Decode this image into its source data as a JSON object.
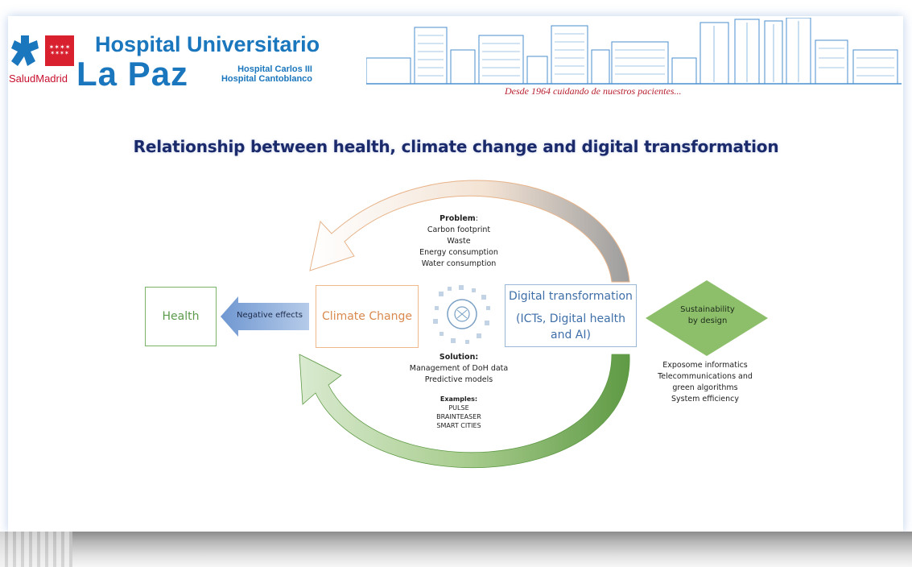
{
  "header": {
    "brand_small": "SaludMadrid",
    "brand_line1": "Hospital Universitario",
    "brand_line2": "La Paz",
    "brand_sub1": "Hospital Carlos III",
    "brand_sub2": "Hospital Cantoblanco",
    "tagline": "Desde 1964 cuidando de nuestros pacientes...",
    "flag_stars": "✶✶✶✶"
  },
  "title": "Relationship between health, climate change and digital transformation",
  "diagram": {
    "health": "Health",
    "negative_effects": "Negative effects",
    "climate_change": "Climate Change",
    "digital_line1": "Digital transformation",
    "digital_line2": "(ICTs, Digital health",
    "digital_line3": "and AI)",
    "sustainability_line1": "Sustainability",
    "sustainability_line2": "by design",
    "problem_heading": "Problem",
    "problem_colon": ":",
    "problem_items": [
      "Carbon footprint",
      "Waste",
      "Energy consumption",
      "Water consumption"
    ],
    "solution_heading": "Solution:",
    "solution_items": [
      "Management of DoH data",
      "Predictive models"
    ],
    "examples_heading": "Examples:",
    "examples_items": [
      "PULSE",
      "BRAINTEASER",
      "SMART CITIES"
    ],
    "exposome_items": [
      "Exposome informatics",
      "Telecommunications and",
      "green algorithms",
      "System efficiency"
    ]
  },
  "colors": {
    "brand_blue": "#1a76bd",
    "title_navy": "#1b2a6b",
    "health_green": "#5c9a4c",
    "climate_orange": "#d9894e",
    "digital_blue": "#3f6fa8",
    "diamond_green": "#8dbf6b",
    "arrow_blue": "#7fa6d9"
  }
}
